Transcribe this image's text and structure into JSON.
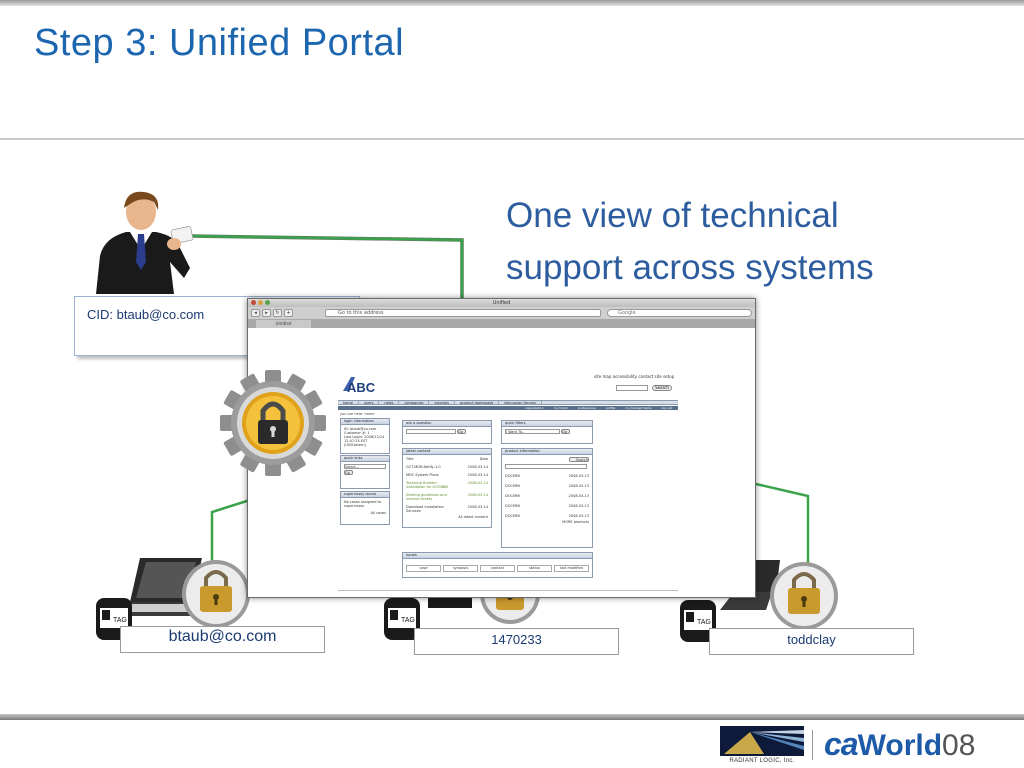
{
  "slide": {
    "title": "Step 3: Unified Portal",
    "subtitle_line1": "One view of technical",
    "subtitle_line2": "support across systems"
  },
  "user_card": {
    "label": "CID: btaub@co.com"
  },
  "systems": [
    {
      "id_label": "btaub@co.com",
      "tag_text": "TAG"
    },
    {
      "id_label": "1470233",
      "tag_text": "TAG"
    },
    {
      "id_label": "toddclay",
      "tag_text": "TAG"
    }
  ],
  "browser": {
    "window_title": "Unified",
    "address_placeholder": "Go to this address",
    "search_placeholder": "Google",
    "tab_label": "Untitled",
    "site": {
      "logo_text": "ABC",
      "top_links": "site map   accessibility   contact   site setup",
      "search_button": "Search",
      "nav": [
        "home",
        "users",
        "news",
        "companies",
        "tutorials",
        "product downloads",
        "discussion forums"
      ],
      "subnav": [
        "organization",
        "my folder",
        "preferences",
        "profile",
        "my tracked items",
        "log out"
      ],
      "breadcrumb": "you are here: home",
      "panels": {
        "login": {
          "title": "login information",
          "lines": [
            "ID: btaub@co.com",
            "Customer #: 1",
            "Last Login: 2008/12/14",
            "12:47:24 EST (US/Eastern)"
          ]
        },
        "quick_links": {
          "title": "quick links",
          "select": "Select...",
          "go": "Go"
        },
        "supervisory": {
          "title": "supervisory issues",
          "text": "No cases assigned to supervisors",
          "link": "All cases"
        },
        "ask": {
          "title": "ask a question",
          "go": "Go"
        },
        "latest": {
          "title": "latest content",
          "col_title": "Title",
          "col_date": "Date",
          "rows": [
            {
              "title": "GCT-MDR-Netlfy-1.0",
              "date": "2008-03-14"
            },
            {
              "title": "MDC System Plans",
              "date": "2008-03-14"
            },
            {
              "title": "Technical Bulletin: Installation for GOGBBB",
              "date": "2008-03-14"
            },
            {
              "title": "Starting guidelines and internal tickets",
              "date": "2008-03-14"
            },
            {
              "title": "Download Installation Services",
              "date": "2008-03-14"
            }
          ],
          "more": "All latest content"
        },
        "quick_filters": {
          "title": "quick filters",
          "select": "I Want To...",
          "go": "Go"
        },
        "product_info": {
          "title": "product information",
          "search": "Search",
          "items": [
            {
              "name": "DOCMMI",
              "date": "2008-03-13"
            },
            {
              "name": "DOCMMI",
              "date": "2008-03-13"
            },
            {
              "name": "DOCMMI",
              "date": "2008-03-13"
            },
            {
              "name": "DOCMMI",
              "date": "2008-03-13"
            },
            {
              "name": "DOCMMI",
              "date": "2008-03-13"
            }
          ],
          "more": "MORE products"
        },
        "issues": {
          "title": "issues",
          "columns": [
            "case",
            "synopsis",
            "contact",
            "status",
            "last modified"
          ]
        }
      }
    }
  },
  "footer": {
    "partner_text": "RADIANT LOGIC, Inc.",
    "event_ca": "ca",
    "event_world": "World",
    "event_year": "08"
  },
  "colors": {
    "title_blue": "#1c66b0",
    "subtitle_blue": "#2d5d9e",
    "wire_green": "#3aa34a",
    "lock_gold": "#c99a2e"
  }
}
